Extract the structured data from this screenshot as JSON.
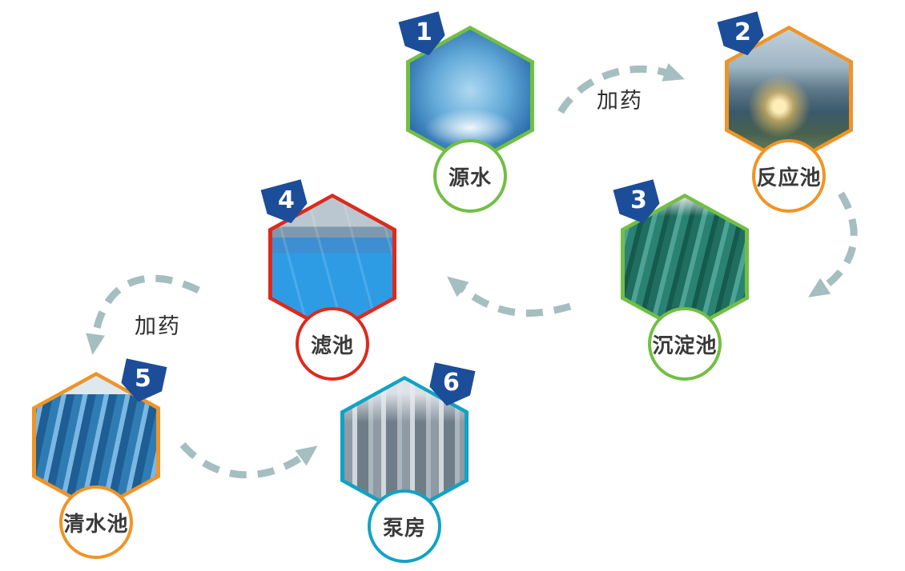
{
  "badge_color": "#1c4d99",
  "arrow_color": "#a5bec0",
  "nodes": [
    {
      "number": "1",
      "label": "源水",
      "color": "#72bf44",
      "photo": "water-splash-photo"
    },
    {
      "number": "2",
      "label": "反应池",
      "color": "#f09426",
      "photo": "reaction-pool-photo"
    },
    {
      "number": "3",
      "label": "沉淀池",
      "color": "#72bf44",
      "photo": "sedimentation-pool-photo"
    },
    {
      "number": "4",
      "label": "滤池",
      "color": "#dd2a1d",
      "photo": "filter-pool-photo"
    },
    {
      "number": "5",
      "label": "清水池",
      "color": "#f09426",
      "photo": "clear-water-pool-photo"
    },
    {
      "number": "6",
      "label": "泵房",
      "color": "#10a3c4",
      "photo": "pump-house-photo"
    }
  ],
  "edges": [
    {
      "from": "源水",
      "to": "反应池",
      "label": "加药"
    },
    {
      "from": "反应池",
      "to": "沉淀池",
      "label": ""
    },
    {
      "from": "沉淀池",
      "to": "滤池",
      "label": ""
    },
    {
      "from": "滤池",
      "to": "清水池",
      "label": "加药"
    },
    {
      "from": "清水池",
      "to": "泵房",
      "label": ""
    }
  ]
}
